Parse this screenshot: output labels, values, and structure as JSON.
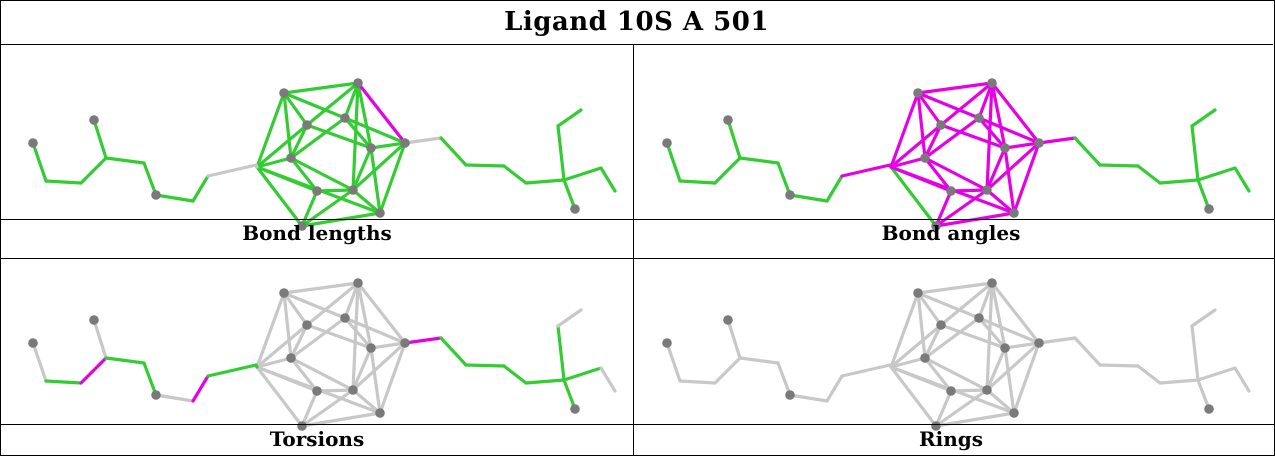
{
  "title": "Ligand 10S A 501",
  "panels": [
    {
      "caption": "Bond lengths",
      "scheme": "lengths"
    },
    {
      "caption": "Bond angles",
      "scheme": "angles"
    },
    {
      "caption": "Torsions",
      "scheme": "torsions"
    },
    {
      "caption": "Rings",
      "scheme": "rings"
    }
  ],
  "colors": {
    "outlier": "#e600e6",
    "ok": "#33cc33",
    "none": "#c8c8c8",
    "atom": "#7a7a7a"
  }
}
